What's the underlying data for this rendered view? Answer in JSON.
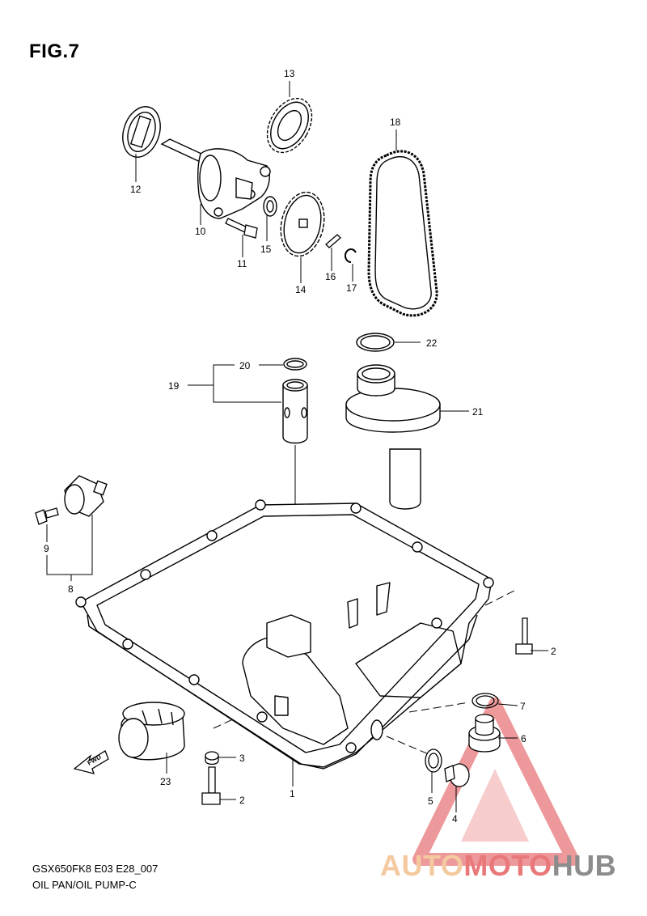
{
  "figure": {
    "title": "FIG.7",
    "model_code": "GSX650FK8 E03 E28_007",
    "section": "OIL PAN/OIL PUMP-C"
  },
  "callouts": [
    {
      "id": "c1",
      "label": "1"
    },
    {
      "id": "c2a",
      "label": "2"
    },
    {
      "id": "c2b",
      "label": "2"
    },
    {
      "id": "c3",
      "label": "3"
    },
    {
      "id": "c4",
      "label": "4"
    },
    {
      "id": "c5",
      "label": "5"
    },
    {
      "id": "c6",
      "label": "6"
    },
    {
      "id": "c7",
      "label": "7"
    },
    {
      "id": "c8",
      "label": "8"
    },
    {
      "id": "c9",
      "label": "9"
    },
    {
      "id": "c10",
      "label": "10"
    },
    {
      "id": "c11",
      "label": "11"
    },
    {
      "id": "c12",
      "label": "12"
    },
    {
      "id": "c13",
      "label": "13"
    },
    {
      "id": "c14",
      "label": "14"
    },
    {
      "id": "c15",
      "label": "15"
    },
    {
      "id": "c16",
      "label": "16"
    },
    {
      "id": "c17",
      "label": "17"
    },
    {
      "id": "c18",
      "label": "18"
    },
    {
      "id": "c19",
      "label": "19"
    },
    {
      "id": "c20",
      "label": "20"
    },
    {
      "id": "c21",
      "label": "21"
    },
    {
      "id": "c22",
      "label": "22"
    },
    {
      "id": "c23",
      "label": "23"
    }
  ],
  "direction_marker": {
    "label": "FWD"
  },
  "watermark": {
    "part1": "AUTO",
    "part2": "MOTO",
    "part3": "HUB",
    "color_light": "#f4c9a0",
    "color_red": "#e8787a",
    "color_gray": "#8c8c8c"
  }
}
